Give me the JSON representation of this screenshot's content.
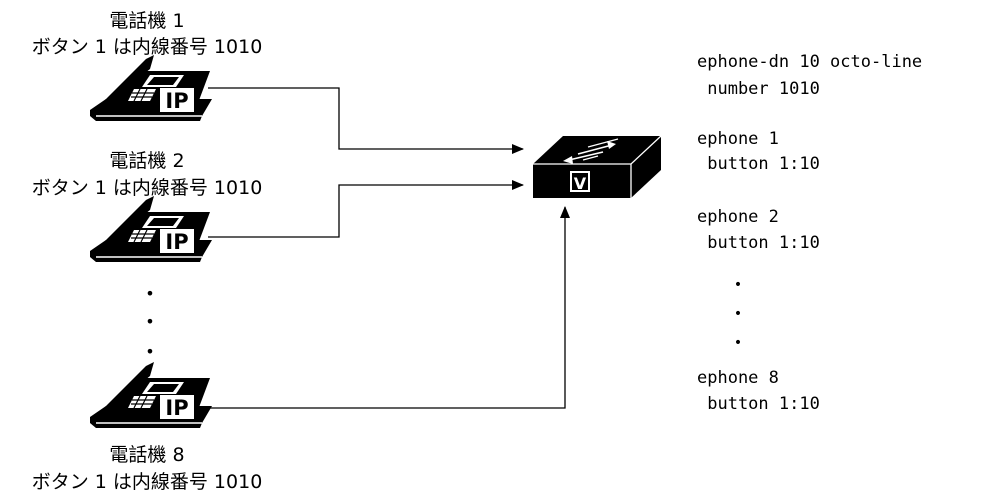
{
  "phones": [
    {
      "name": "電話機 1",
      "button": "ボタン 1 は内線番号 1010",
      "badge": "IP"
    },
    {
      "name": "電話機 2",
      "button": "ボタン 1 は内線番号 1010",
      "badge": "IP"
    },
    {
      "name": "電話機 8",
      "button": "ボタン 1 は内線番号 1010",
      "badge": "IP"
    }
  ],
  "router": {
    "badge": "V"
  },
  "config": {
    "lines": [
      "ephone-dn 10 octo-line",
      " number 1010",
      "ephone 1",
      " button 1:10",
      "ephone 2",
      " button 1:10",
      "ephone 8",
      " button 1:10"
    ],
    "dots": [
      "•",
      "•",
      "•"
    ]
  },
  "ellipsis": [
    "•",
    "•",
    "•"
  ]
}
